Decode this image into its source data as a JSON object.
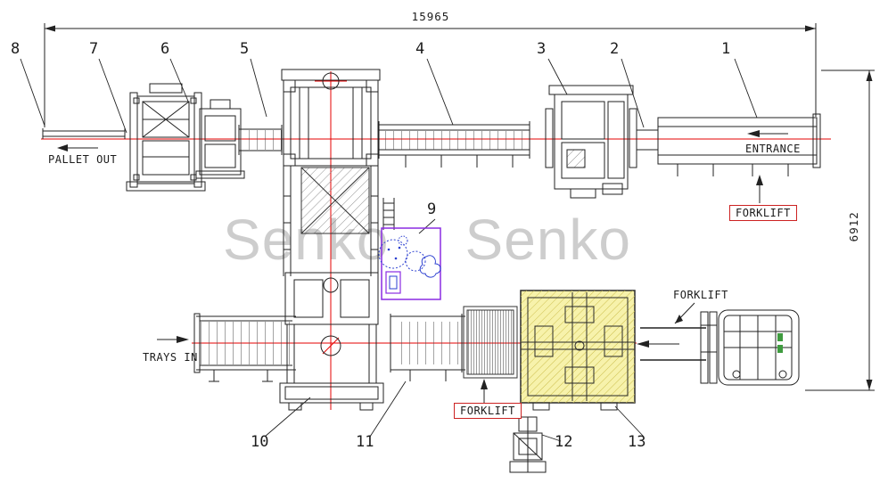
{
  "drawing": {
    "dim_width": "15965",
    "dim_height": "6912",
    "callouts": {
      "n1": "1",
      "n2": "2",
      "n3": "3",
      "n4": "4",
      "n5": "5",
      "n6": "6",
      "n7": "7",
      "n8": "8",
      "n9": "9",
      "n10": "10",
      "n11": "11",
      "n12": "12",
      "n13": "13"
    },
    "labels": {
      "pallet_out": "PALLET OUT",
      "entrance": "ENTRANCE",
      "trays_in": "TRAYS IN",
      "forklift_entrance": "FORKLIFT",
      "forklift_side": "FORKLIFT",
      "forklift_bottom": "FORKLIFT"
    },
    "watermark": {
      "word1": "Senko",
      "word2": "Senko"
    },
    "colors": {
      "centerline_red": "#e60000",
      "linework_black": "#1c1c1c",
      "highlight_yellow": "#f7f2ab",
      "cabinet_purple": "#8a2be2",
      "accent_blue": "#2b3fd0",
      "label_box_red": "#cc2222",
      "watermark_gray": "#cbcbcb",
      "forklift_green": "#3f9b3f"
    }
  }
}
